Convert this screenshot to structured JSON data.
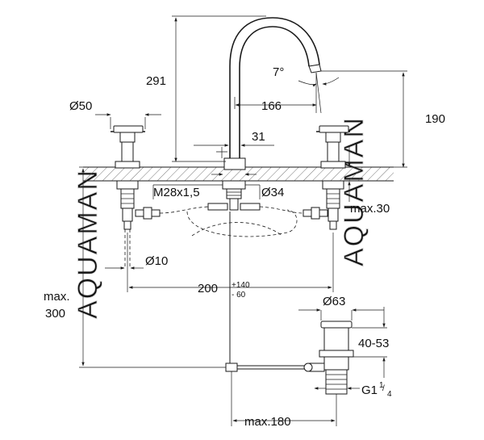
{
  "watermark": "AQUAMAN",
  "dimensions": {
    "height_total": "291",
    "spout_angle": "7°",
    "spout_reach": "166",
    "spout_height": "190",
    "handle_diameter": "Ø50",
    "spout_base": "31",
    "thread": "M28x1,5",
    "mount_diameter": "Ø34",
    "max_thickness": "max.30",
    "hose_diameter": "Ø10",
    "spacing_base": "200",
    "spacing_plus": "+140",
    "spacing_minus": "- 60",
    "max_label": "max.",
    "max_value": "300",
    "waste_diameter": "Ø63",
    "waste_range": "40-53",
    "waste_thread_main": "G1",
    "waste_thread_num": "1",
    "waste_thread_den": "4",
    "max_reach": "max.180"
  }
}
